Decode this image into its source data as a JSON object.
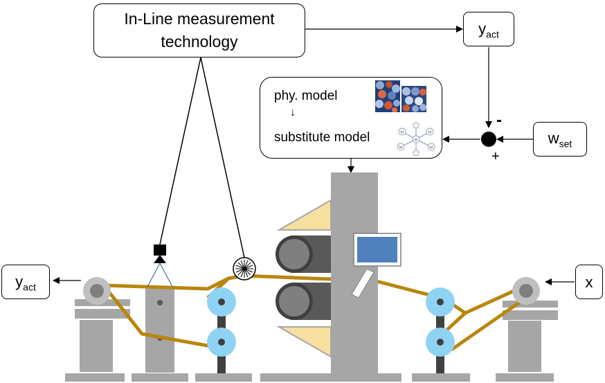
{
  "measurement_box": {
    "line1": "In-Line measurement",
    "line2": "technology"
  },
  "model_box": {
    "phy_model": "phy. model",
    "substitute_model": "substitute model",
    "omega": "ω"
  },
  "y_act_top": {
    "base": "y",
    "sub": "act"
  },
  "y_act_left": {
    "base": "y",
    "sub": "act"
  },
  "w_set": {
    "base": "w",
    "sub": "set"
  },
  "x_input": "x",
  "comparator": {
    "minus": "-",
    "plus": "+"
  },
  "colors": {
    "machine_gray": "#a6a6a6",
    "dark_gray": "#595959",
    "roll_blue": "#8fd3f4",
    "web_gold": "#b8860b",
    "triangle_cream": "#f7dfa0",
    "screen_blue": "#4f81bd"
  }
}
